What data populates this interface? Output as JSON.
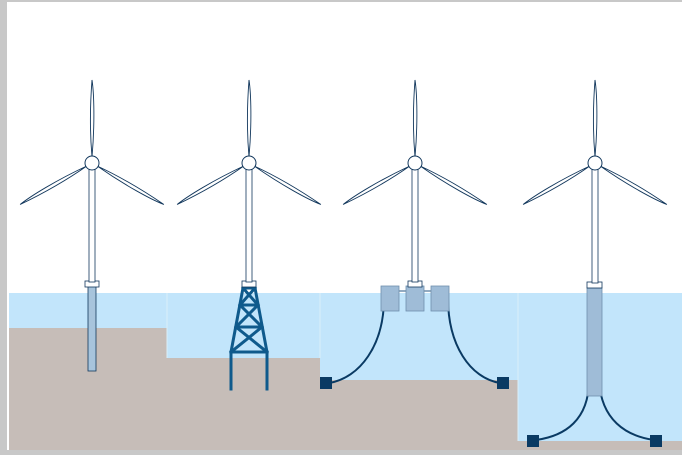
{
  "colors": {
    "frame": "#c8c8c8",
    "water": "#c2e5fb",
    "seabed": "#c6bdb8",
    "structure": "#0f5a8c",
    "anchor": "#0a3a63",
    "turbine_outline": "#12375c",
    "buoyancy_tank": "#9fbcd7",
    "background": "#ffffff"
  },
  "turbines": [
    {
      "foundation": "monopile"
    },
    {
      "foundation": "jacket"
    },
    {
      "foundation": "semi-submersible"
    },
    {
      "foundation": "spar-buoy"
    }
  ]
}
